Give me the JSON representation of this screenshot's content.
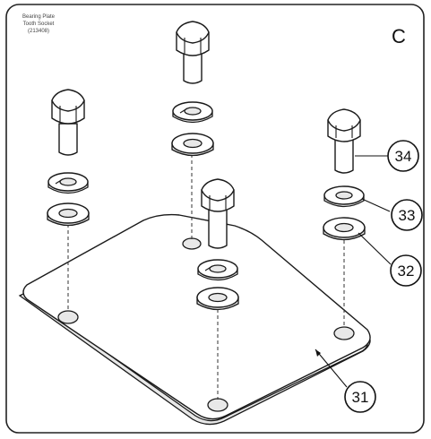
{
  "caption": {
    "line1": "Bearing Plate",
    "line2": "Tooth Socket",
    "line3": "(213408)"
  },
  "panel_letter": "C",
  "callouts": {
    "bolt": "34",
    "lock_washer": "33",
    "flat_washer": "32",
    "plate": "31"
  }
}
